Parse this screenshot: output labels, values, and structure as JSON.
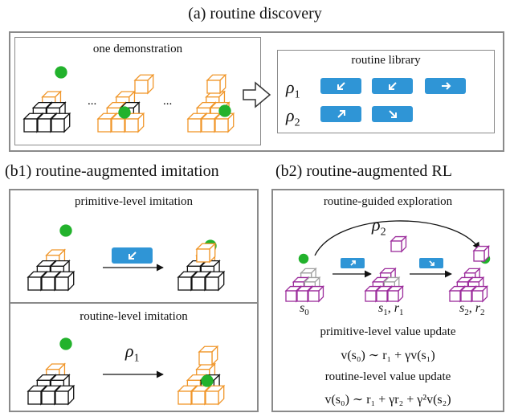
{
  "section_a": {
    "title": "(a) routine discovery",
    "demo_label": "one demonstration",
    "dots": "...",
    "library_label": "routine library",
    "routines": [
      {
        "name": "ρ",
        "sub": "1",
        "actions": [
          "arrow-down-left",
          "arrow-down-left",
          "arrow-right"
        ]
      },
      {
        "name": "ρ",
        "sub": "2",
        "actions": [
          "arrow-up-right",
          "arrow-down-right"
        ]
      }
    ]
  },
  "section_b1": {
    "title": "(b1) routine-augmented imitation",
    "primitive_label": "primitive-level imitation",
    "routine_label": "routine-level imitation",
    "rho_label": "ρ",
    "rho_sub": "1"
  },
  "section_b2": {
    "title": "(b2) routine-augmented RL",
    "exploration_label": "routine-guided exploration",
    "rho_label": "ρ",
    "rho_sub": "2",
    "states": [
      {
        "s": "s",
        "s_sub": "0",
        "r": "",
        "r_sub": ""
      },
      {
        "s": "s",
        "s_sub": "1",
        "r": "r",
        "r_sub": "1"
      },
      {
        "s": "s",
        "s_sub": "2",
        "r": "r",
        "r_sub": "2"
      }
    ],
    "primitive_update_label": "primitive-level value update",
    "primitive_update_eq": "v(s₀) ∼ r₁ + γv(s₁)",
    "routine_update_label": "routine-level value update",
    "routine_update_eq": "v(s₀) ∼ r₁ + γr₂ + γ²v(s₂)"
  },
  "colors": {
    "border": "#8a8a8a",
    "button": "#2f95d6",
    "orange_block": "#f0962a",
    "purple_block": "#9c2d9c",
    "grey_block": "#a0a0a0",
    "ball": "#22b22c"
  }
}
